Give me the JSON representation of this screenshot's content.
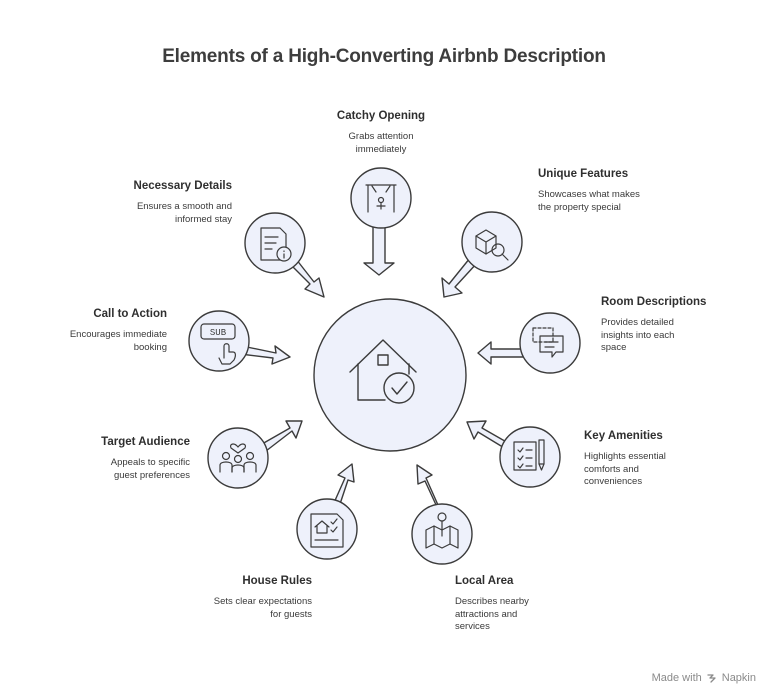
{
  "title": "Elements of a High-Converting Airbnb Description",
  "nodes": [
    {
      "heading": "Catchy Opening",
      "desc": "Grabs attention immediately",
      "icon": "stage-spotlight-icon"
    },
    {
      "heading": "Unique Features",
      "desc": "Showcases what makes the property special",
      "icon": "cube-magnifier-icon"
    },
    {
      "heading": "Room Descriptions",
      "desc": "Provides detailed insights into each space",
      "icon": "speech-bubbles-icon"
    },
    {
      "heading": "Key Amenities",
      "desc": "Highlights essential comforts and conveniences",
      "icon": "checklist-pen-icon"
    },
    {
      "heading": "Local Area",
      "desc": "Describes nearby attractions and services",
      "icon": "map-pin-icon"
    },
    {
      "heading": "House Rules",
      "desc": "Sets clear expectations for guests",
      "icon": "house-checklist-icon"
    },
    {
      "heading": "Target Audience",
      "desc": "Appeals to specific guest preferences",
      "icon": "group-heart-icon"
    },
    {
      "heading": "Call to Action",
      "desc": "Encourages immediate booking",
      "icon": "subscribe-button-icon"
    },
    {
      "heading": "Necessary Details",
      "desc": "Ensures a smooth and informed stay",
      "icon": "document-info-icon"
    }
  ],
  "center_icon": "house-check-icon",
  "watermark": {
    "prefix": "Made with",
    "brand": "Napkin"
  },
  "colors": {
    "fill": "#eef1fb",
    "stroke": "#3b3b3b",
    "text": "#333333"
  }
}
